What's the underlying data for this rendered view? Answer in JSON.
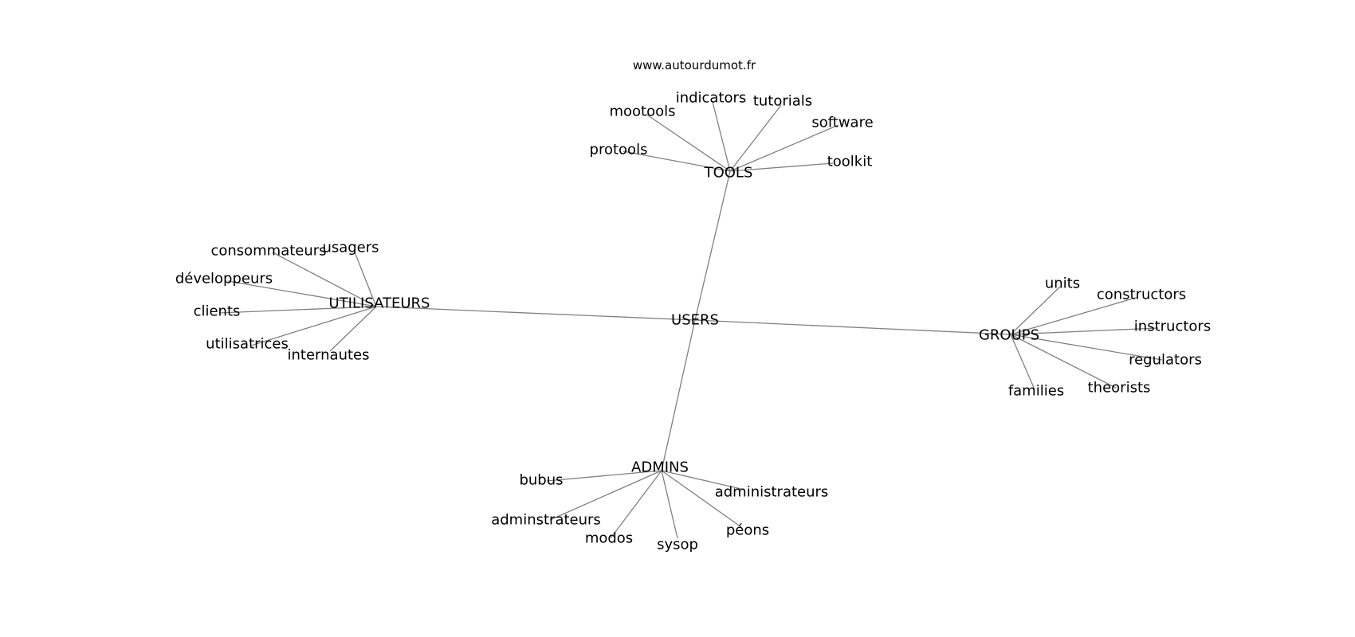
{
  "caption": "www.autourdumot.fr",
  "colors": {
    "edge": "#808080",
    "text": "#000000",
    "background": "#ffffff"
  },
  "graph": {
    "root": "USERS",
    "hubs": [
      {
        "id": "tools",
        "label": "TOOLS",
        "leaves": [
          "protools",
          "mootools",
          "indicators",
          "tutorials",
          "software",
          "toolkit"
        ]
      },
      {
        "id": "utilisateurs",
        "label": "UTILISATEURS",
        "leaves": [
          "consommateurs",
          "usagers",
          "développeurs",
          "clients",
          "utilisatrices",
          "internautes"
        ]
      },
      {
        "id": "groups",
        "label": "GROUPS",
        "leaves": [
          "units",
          "constructors",
          "instructors",
          "regulators",
          "theorists",
          "families"
        ]
      },
      {
        "id": "admins",
        "label": "ADMINS",
        "leaves": [
          "bubus",
          "adminstrateurs",
          "modos",
          "sysop",
          "péons",
          "administrateurs"
        ]
      }
    ]
  }
}
